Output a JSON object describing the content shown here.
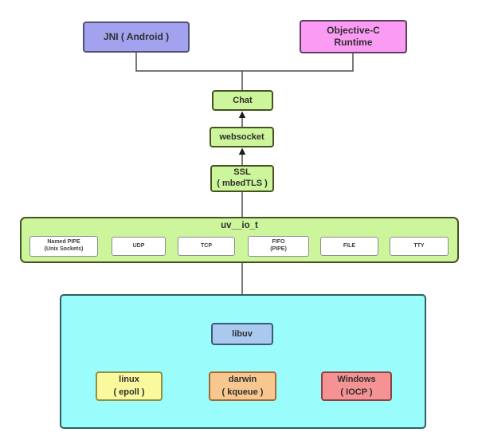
{
  "colors": {
    "jni_fill": "#a2a2ee",
    "jni_border": "#50507a",
    "objc_fill": "#fb9bf3",
    "objc_border": "#5e3c64",
    "green_fill": "#cdf59c",
    "green_border": "#45541f",
    "white_fill": "#ffffff",
    "white_border": "#8c8c8c",
    "cyan_fill": "#9bfcfc",
    "cyan_border": "#2e5f5f",
    "libuv_fill": "#a9c9ee",
    "libuv_border": "#3d5a7c",
    "linux_fill": "#fbf99d",
    "linux_border": "#8f9040",
    "darwin_fill": "#f8c78f",
    "darwin_border": "#a26a36",
    "windows_fill": "#f59294",
    "windows_border": "#8f4043",
    "line": "#4d4d4d",
    "arrow": "#1a1a1a",
    "text": "#2f2f2f"
  },
  "nodes": {
    "jni": {
      "label": "JNI ( Android )"
    },
    "objc": {
      "label": "Objective-C\nRuntime"
    },
    "chat": {
      "label": "Chat"
    },
    "websocket": {
      "label": "websocket"
    },
    "ssl": {
      "label": "SSL\n( mbedTLS )"
    },
    "uv_io": {
      "label": "uv__io_t",
      "items": [
        "Named PIPE\n(Unix Sockets)",
        "UDP",
        "TCP",
        "FIFO\n(PIPE)",
        "FILE",
        "TTY"
      ]
    },
    "libuv": {
      "label": "libuv"
    },
    "oses": [
      {
        "label": "linux\n( epoll )"
      },
      {
        "label": "darwin\n( kqueue )"
      },
      {
        "label": "Windows\n( IOCP )"
      }
    ]
  }
}
